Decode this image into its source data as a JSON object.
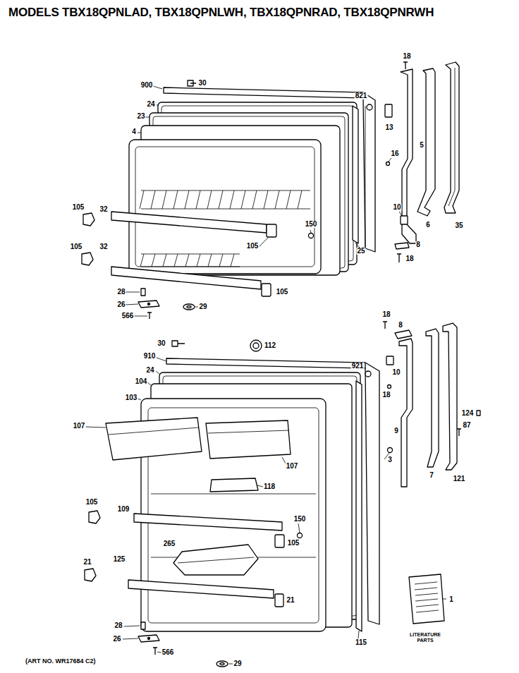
{
  "diagram": {
    "title": "MODELS TBX18QPNLAD, TBX18QPNLWH, TBX18QPNRAD, TBX18QPNRWH",
    "caption": "(ART NO. WR17684 C2)",
    "labels": [
      "900",
      "30",
      "821",
      "18",
      "24",
      "23",
      "4",
      "13",
      "16",
      "5",
      "105",
      "32",
      "150",
      "105",
      "10",
      "6",
      "35",
      "8",
      "18",
      "105",
      "32",
      "25",
      "28",
      "105",
      "26",
      "29",
      "566",
      "18",
      "30",
      "112",
      "8",
      "910",
      "921",
      "24",
      "104",
      "10",
      "103",
      "18",
      "124",
      "107",
      "9",
      "87",
      "107",
      "118",
      "7",
      "121",
      "3",
      "105",
      "109",
      "150",
      "105",
      "265",
      "21",
      "125",
      "21",
      "115",
      "1",
      "28",
      "26",
      "566",
      "29",
      "LITERATURE PARTS"
    ]
  }
}
